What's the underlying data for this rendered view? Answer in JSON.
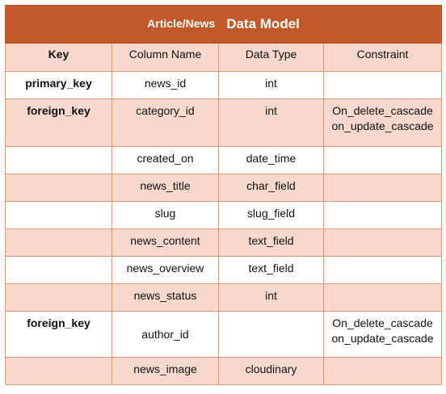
{
  "title": {
    "prefix": "Article/News",
    "main": "Data Model"
  },
  "headers": [
    "Key",
    "Column Name",
    "Data Type",
    "Constraint"
  ],
  "rows": [
    {
      "key": "primary_key",
      "column": "news_id",
      "type": "int",
      "constraint": [
        "",
        ""
      ]
    },
    {
      "key": "foreign_key",
      "column": "category_id",
      "type": "int",
      "constraint": [
        "On_delete_cascade",
        "on_update_cascade"
      ]
    },
    {
      "key": "",
      "column": "created_on",
      "type": "date_time",
      "constraint": [
        "",
        ""
      ]
    },
    {
      "key": "",
      "column": "news_title",
      "type": "char_field",
      "constraint": [
        "",
        ""
      ]
    },
    {
      "key": "",
      "column": "slug",
      "type": "slug_field",
      "constraint": [
        "",
        ""
      ]
    },
    {
      "key": "",
      "column": "news_content",
      "type": "text_field",
      "constraint": [
        "",
        ""
      ]
    },
    {
      "key": "",
      "column": "news_overview",
      "type": "text_field",
      "constraint": [
        "",
        ""
      ]
    },
    {
      "key": "",
      "column": "news_status",
      "type": "int",
      "constraint": [
        "",
        ""
      ]
    },
    {
      "key": "foreign_key",
      "column": "author_id",
      "type": "",
      "constraint": [
        "On_delete_cascade",
        "on_update_cascade"
      ]
    },
    {
      "key": "",
      "column": "news_image",
      "type": "cloudinary",
      "constraint": [
        "",
        ""
      ]
    }
  ],
  "colors": {
    "header": "#c0582a",
    "band": "#f6d8cc",
    "border": "#e49a7a"
  }
}
